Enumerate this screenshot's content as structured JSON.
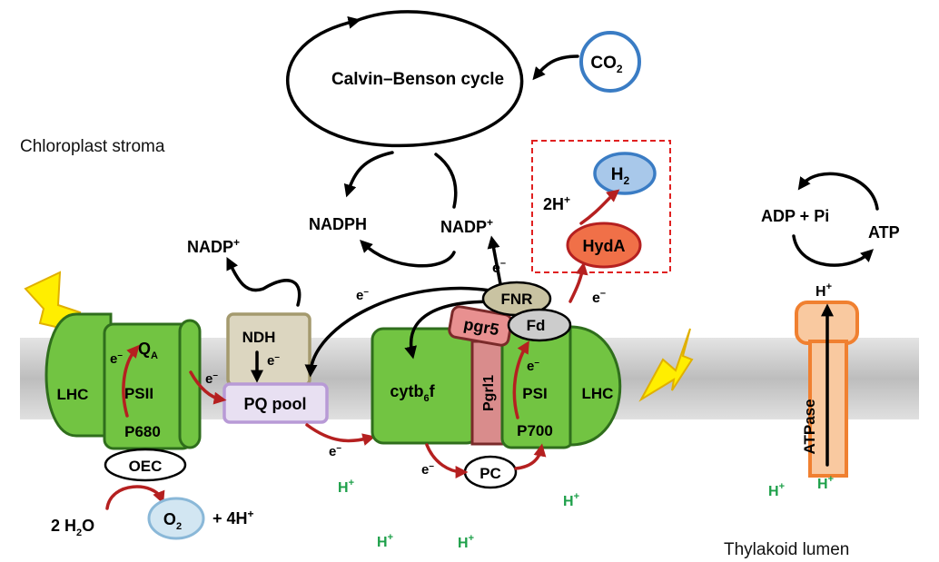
{
  "labels": {
    "calvin": "Calvin–Benson cycle",
    "co2_main": "CO",
    "co2_sub": "2",
    "stroma": "Chloroplast stroma",
    "lumen": "Thylakoid lumen",
    "nadph": "NADPH",
    "nadp_right": "NADP",
    "nadp_left": "NADP",
    "plus_sup": "+",
    "minus_sup": "–",
    "h2_main": "H",
    "h2_sub": "2",
    "two_h": "2H",
    "hyda": "HydA",
    "adp_pi": "ADP + Pi",
    "atp": "ATP",
    "fnr": "FNR",
    "fd": "Fd",
    "pgr5": "pgr5",
    "pgrl1": "Pgrl1",
    "ndh": "NDH",
    "pq_pool": "PQ pool",
    "lhc_left": "LHC",
    "lhc_right": "LHC",
    "psii": "PSII",
    "qa_main": "Q",
    "qa_sub": "A",
    "p680": "P680",
    "oec": "OEC",
    "water_prefix": "2 H",
    "water_sub": "2",
    "water_suffix": "O",
    "o2_main": "O",
    "o2_sub": "2",
    "four_h": "+ 4H",
    "cytb6f_main": "cytb",
    "cytb6f_sub": "6",
    "cytb6f_suffix": "f",
    "psi": "PSI",
    "p700": "P700",
    "pc": "PC",
    "atpase": "ATPase",
    "e": "e",
    "h": "H"
  },
  "colors": {
    "membrane": "#c8c8c8",
    "complex_green": "#72c442",
    "complex_border": "#2f6e1c",
    "pq_fill": "#e8e0f2",
    "pq_border": "#b89ad6",
    "ndh_fill": "#dcd6c0",
    "ndh_border": "#a49a6e",
    "fnr_fill": "#c9c3a2",
    "fd_fill": "#cccccc",
    "pgr5_fill": "#e89090",
    "pgrl1_fill": "#d98c8c",
    "hyda_fill": "#f07048",
    "h2_fill": "#a8c8ea",
    "co2_border": "#3a7cc4",
    "o2_fill": "#d2e6f2",
    "atpase_fill": "#f9c9a0",
    "atpase_border": "#f08030",
    "lightning": "#ffee00",
    "proton_green": "#1ea04a",
    "arrow_red": "#b52020",
    "dashed_red": "#e02020"
  },
  "icons": [
    "lightning-bolt-icon-left",
    "lightning-bolt-icon-right"
  ]
}
